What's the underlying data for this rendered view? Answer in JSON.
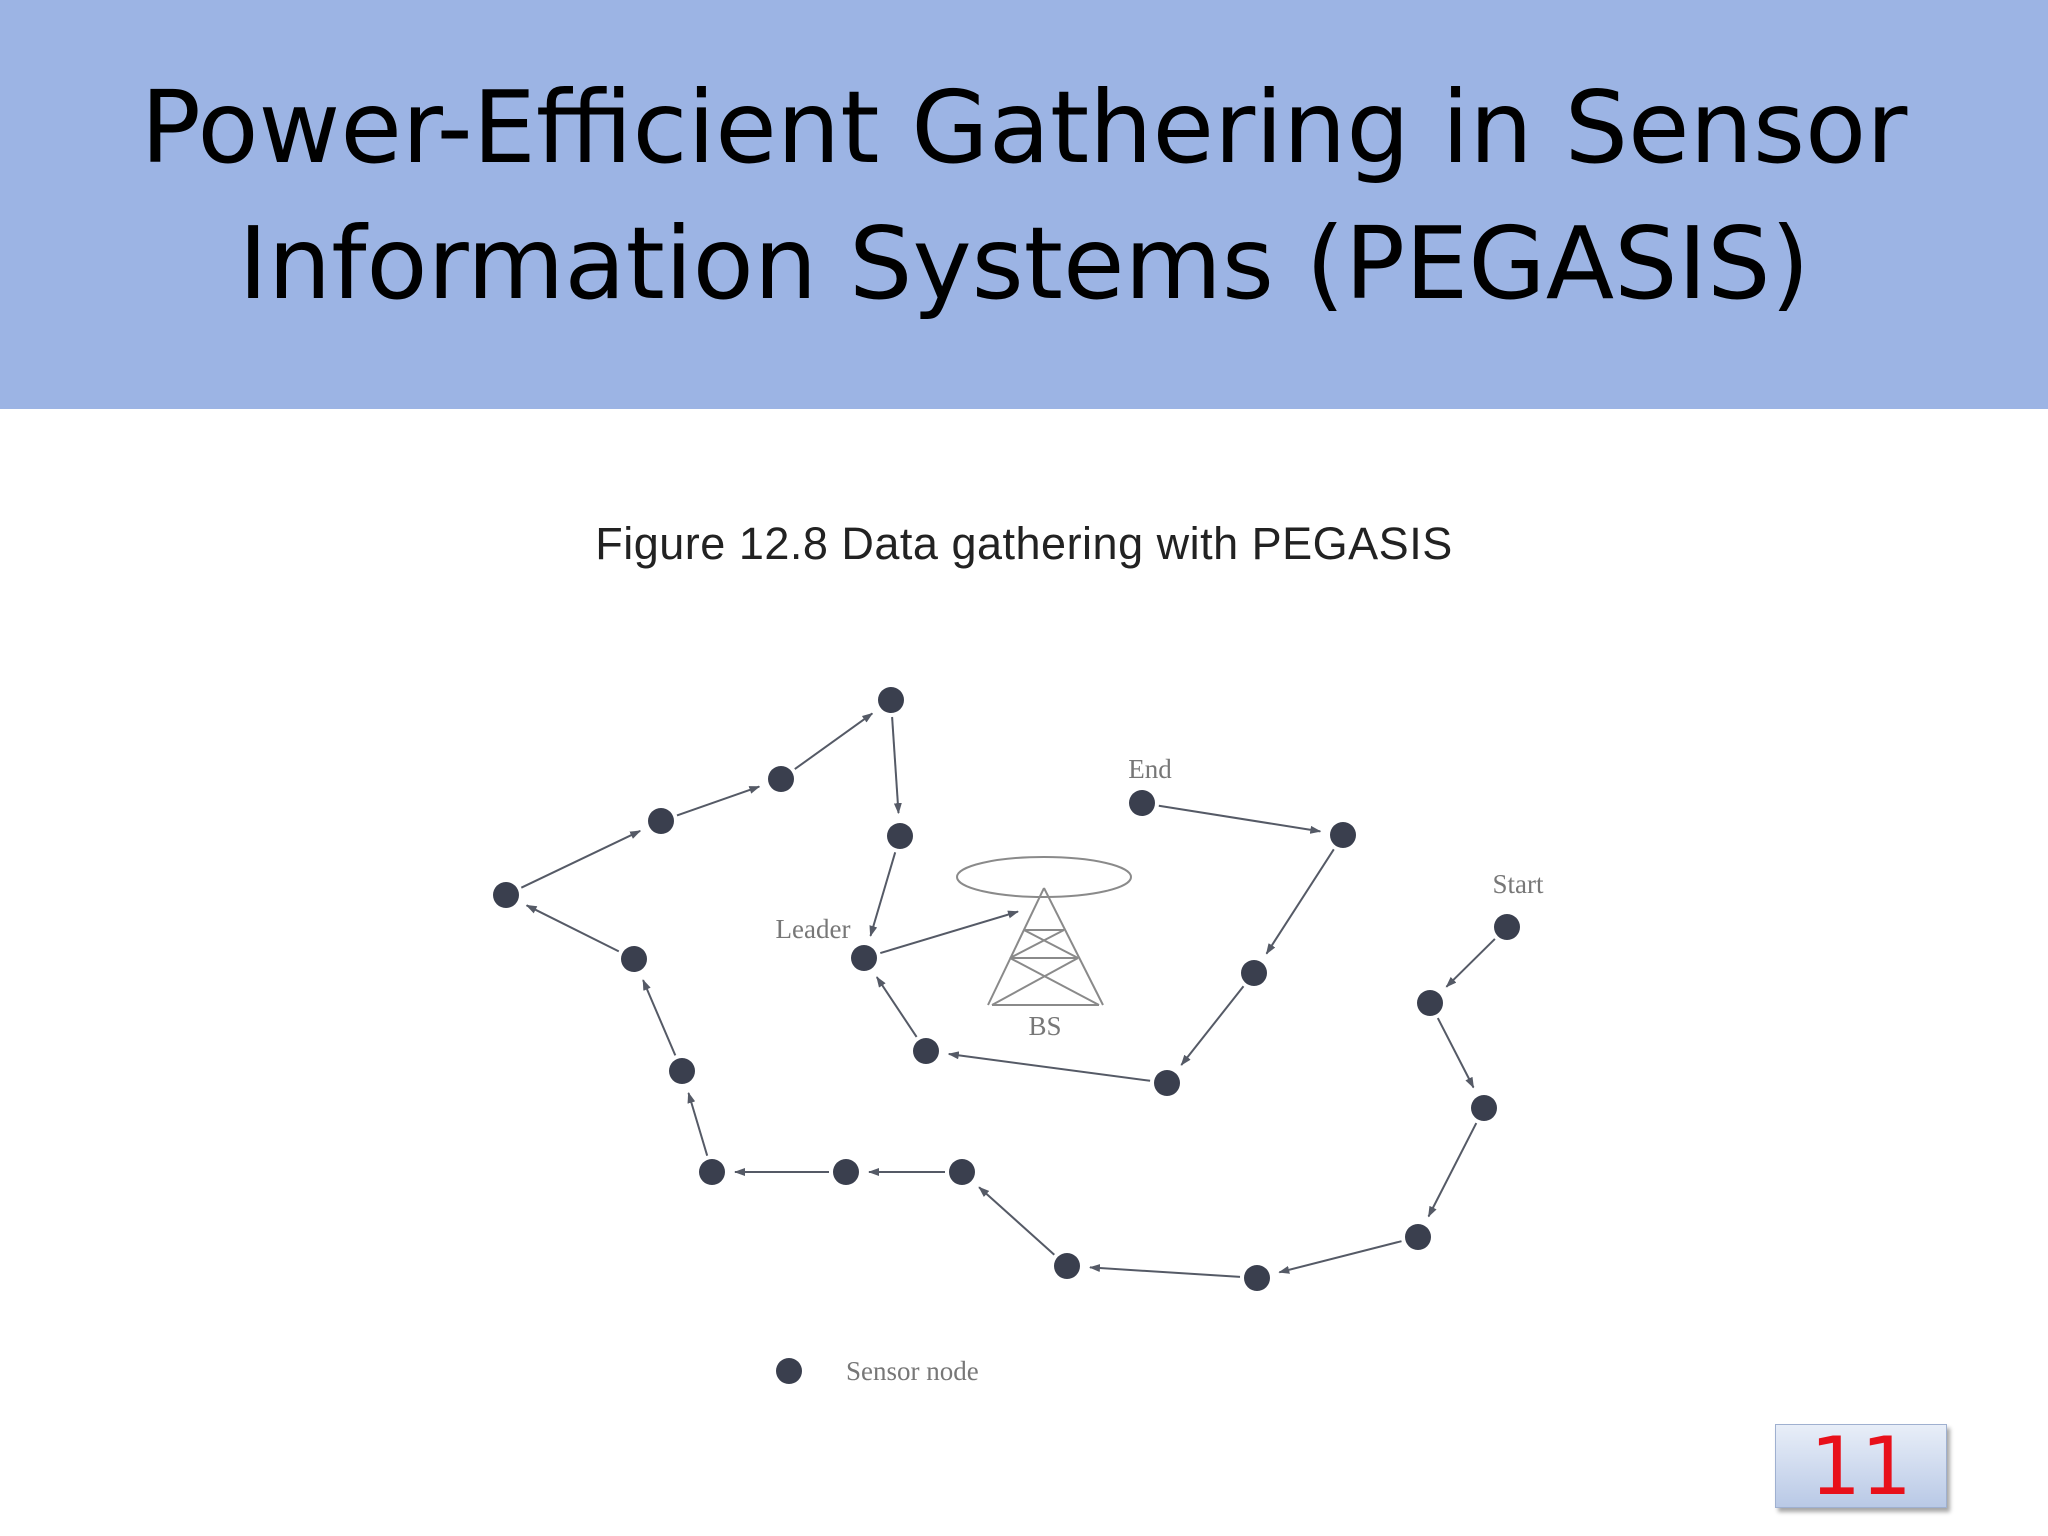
{
  "slide": {
    "title_line1": "Power-Efficient Gathering in Sensor",
    "title_line2": "Information Systems (PEGASIS)",
    "page_number": "11",
    "title_bar_color": "#9cb4e4",
    "page_number_color": "#e8101a"
  },
  "figure": {
    "caption": "Figure 12.8 Data gathering with PEGASIS",
    "labels": {
      "end": "End",
      "start": "Start",
      "leader": "Leader",
      "base_station": "BS"
    },
    "legend": {
      "label": "Sensor node"
    },
    "node_color": "#3a3f4e",
    "chain_color": "#555a66"
  }
}
